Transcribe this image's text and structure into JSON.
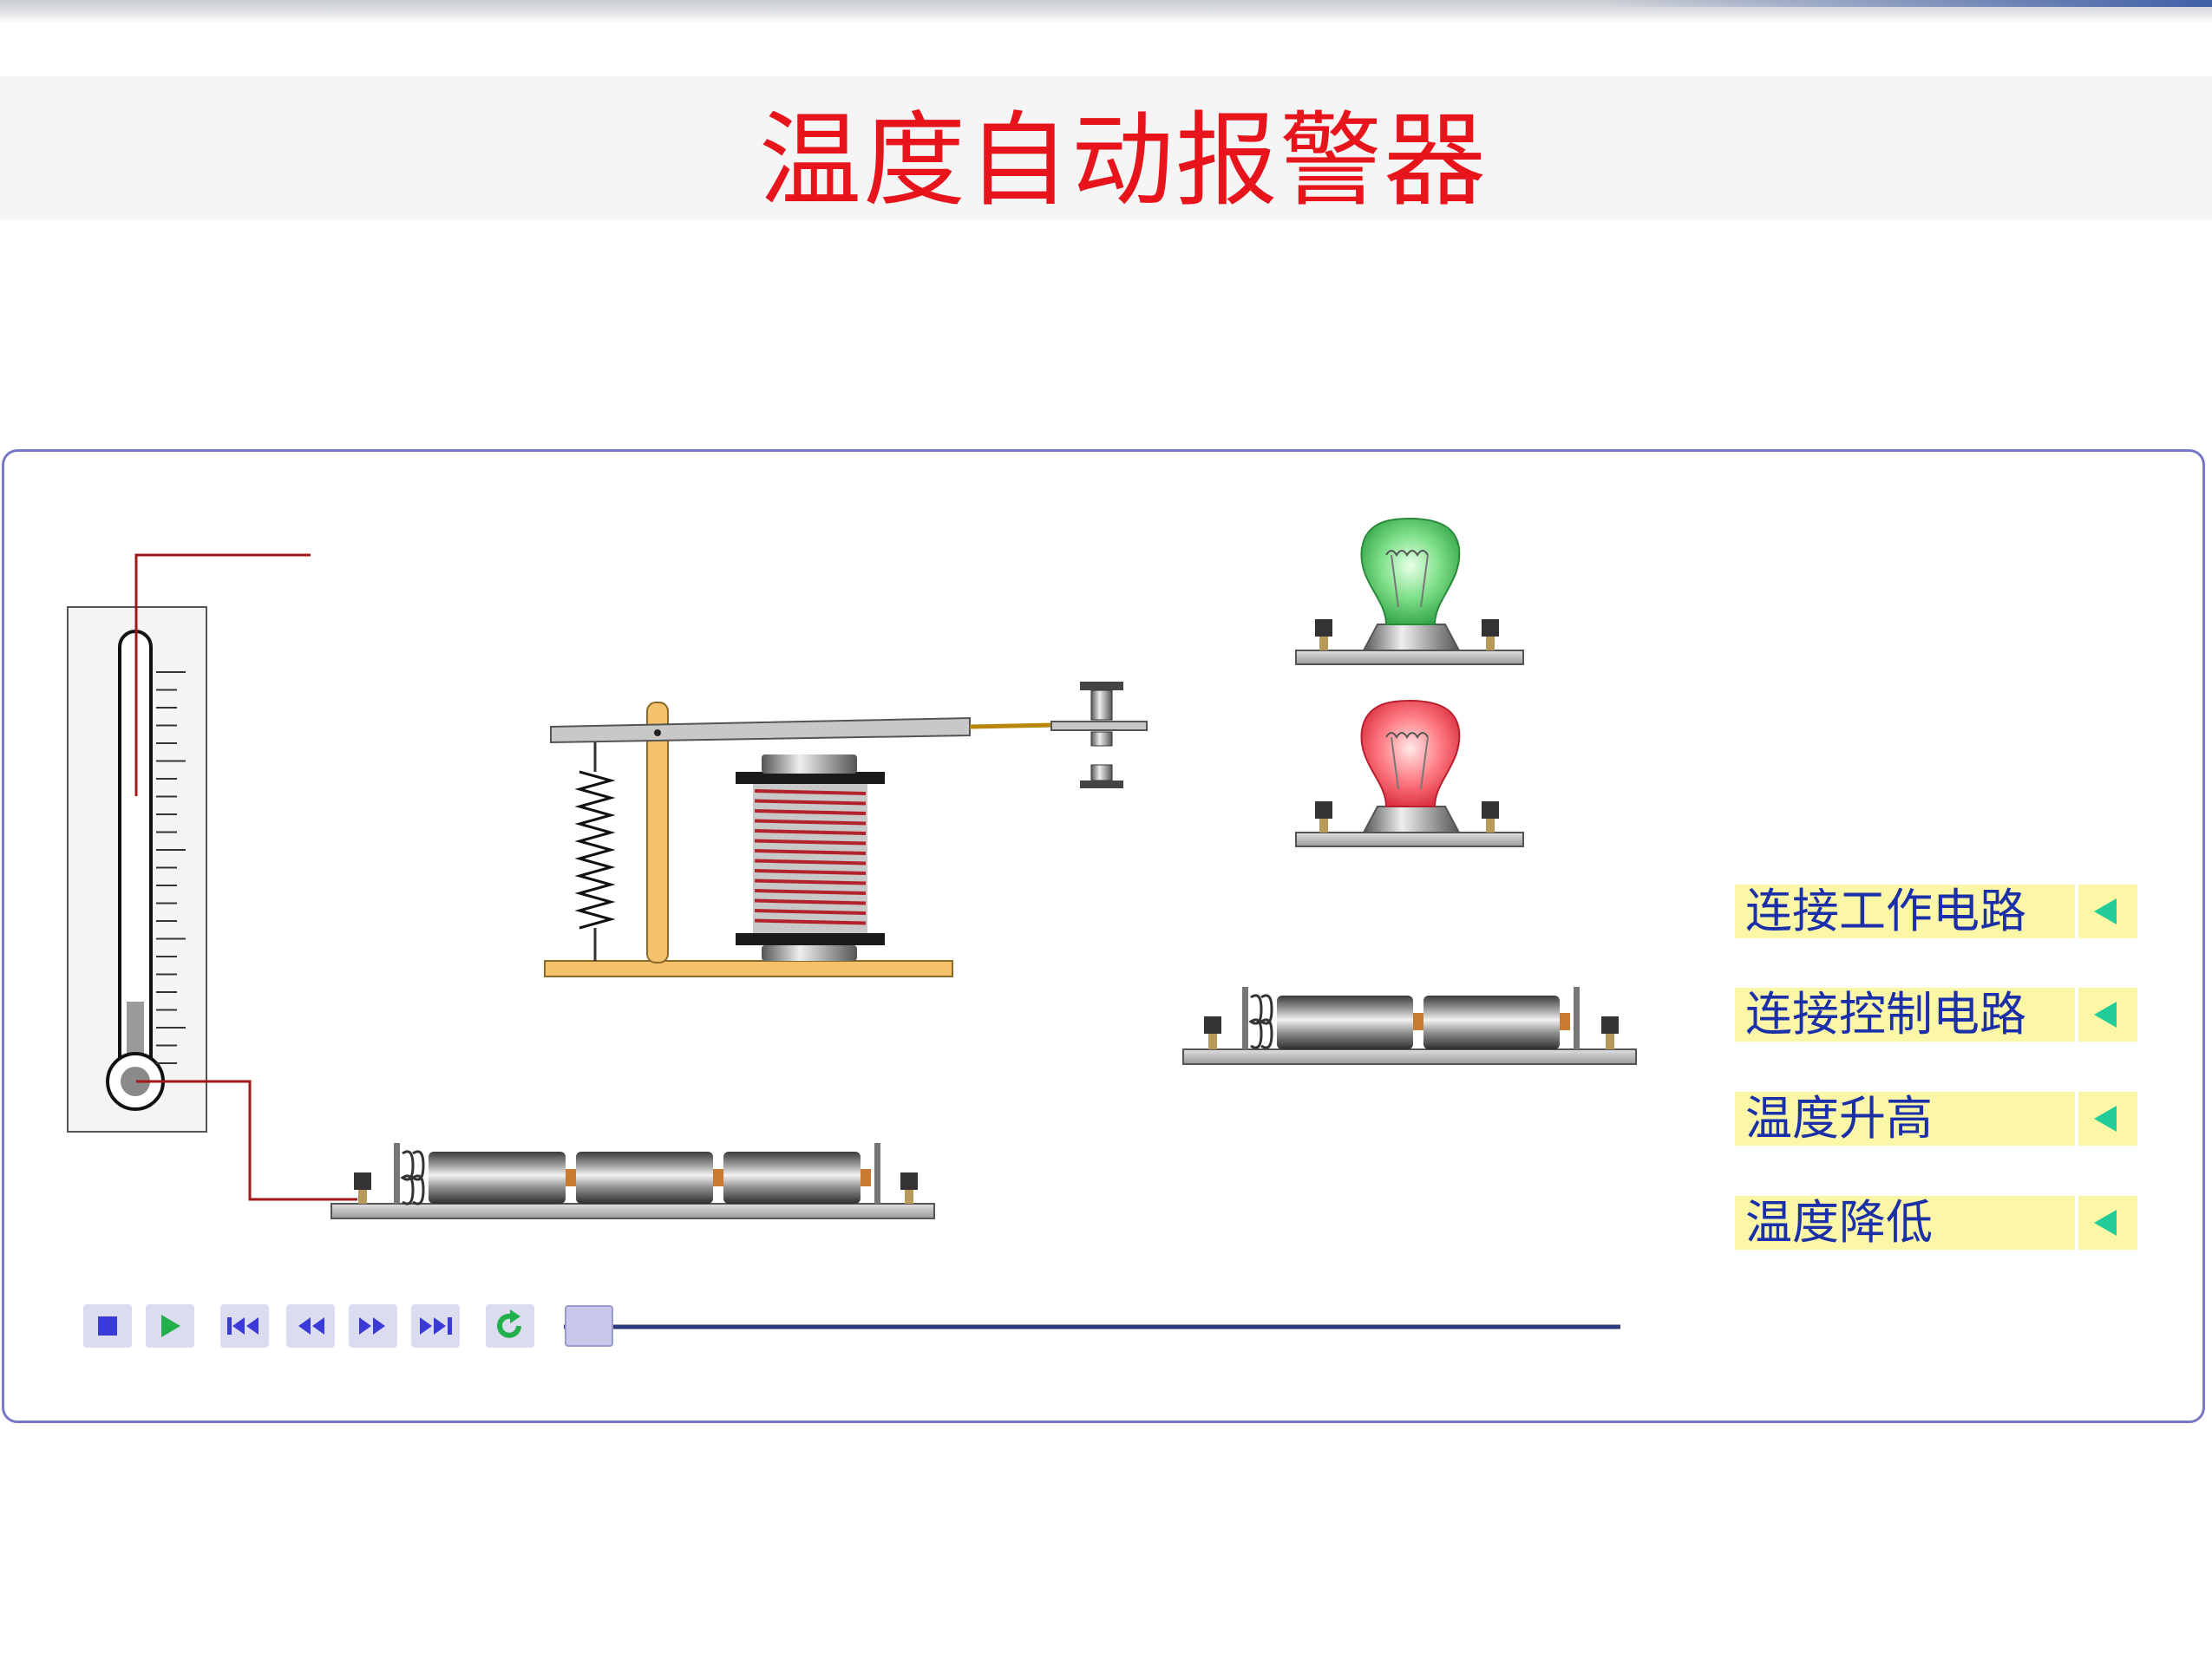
{
  "slide": {
    "title": "温度自动报警器"
  },
  "menu": [
    {
      "label": "连接工作电路",
      "icon": "triangle-left-icon"
    },
    {
      "label": "连接控制电路",
      "icon": "triangle-left-icon"
    },
    {
      "label": "温度升高",
      "icon": "triangle-left-icon"
    },
    {
      "label": "温度降低",
      "icon": "triangle-left-icon"
    }
  ],
  "controls": [
    {
      "name": "stop",
      "icon": "stop-icon"
    },
    {
      "name": "play",
      "icon": "play-icon"
    },
    {
      "name": "first",
      "icon": "skip-to-start-icon"
    },
    {
      "name": "rewind",
      "icon": "rewind-icon"
    },
    {
      "name": "forward",
      "icon": "fast-forward-icon"
    },
    {
      "name": "last",
      "icon": "skip-to-end-icon"
    },
    {
      "name": "loop",
      "icon": "loop-icon"
    }
  ],
  "playback": {
    "progress": 0.0
  },
  "lamps": [
    {
      "color": "#3fbf5a",
      "name": "green-lamp"
    },
    {
      "color": "#e8434a",
      "name": "red-lamp"
    }
  ],
  "colors": {
    "title": "#e8141c",
    "menu_text": "#1b2fa8",
    "menu_bg": "#fbf7a6",
    "arrow": "#22cc99",
    "frame": "#7878c8",
    "wire": "#a01818",
    "wood": "#f5c26b"
  }
}
